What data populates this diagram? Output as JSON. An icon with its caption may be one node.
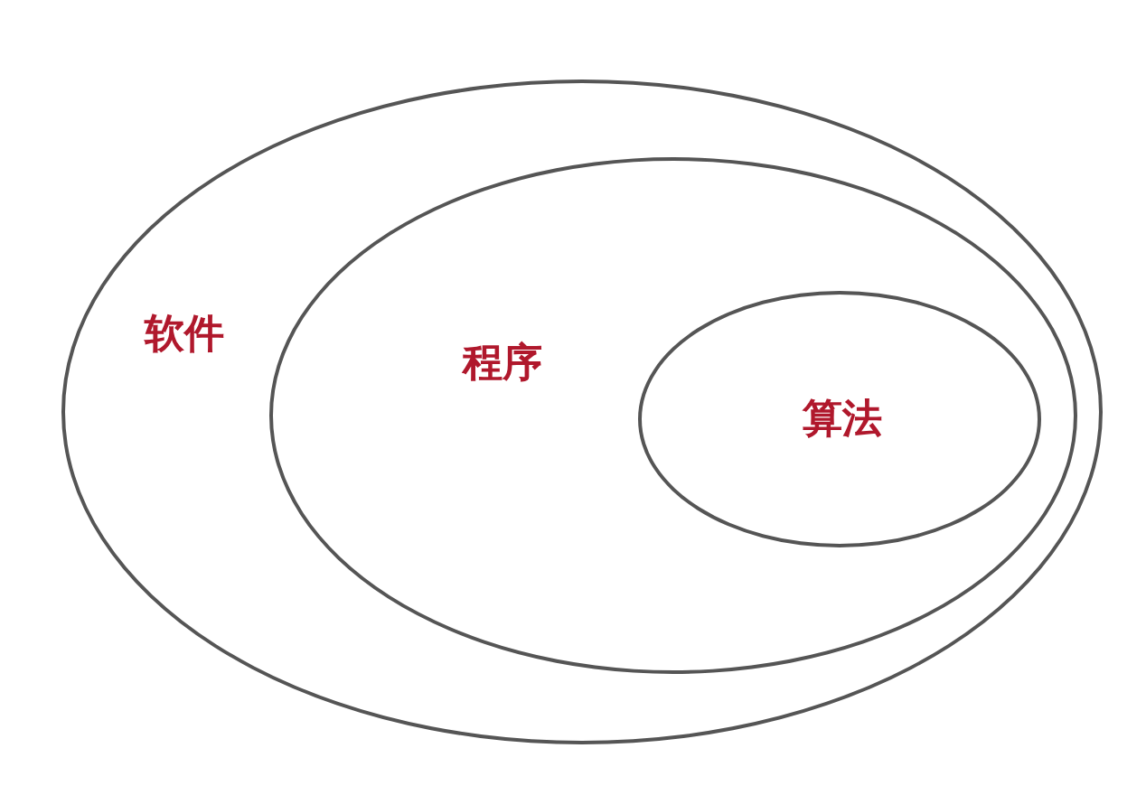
{
  "diagram": {
    "nodes": [
      {
        "text": [
          "软件"
        ]
      },
      {
        "text": [
          "程序"
        ],
        "in": 0
      },
      {
        "text": [
          "算法"
        ],
        "in": 1
      }
    ]
  }
}
